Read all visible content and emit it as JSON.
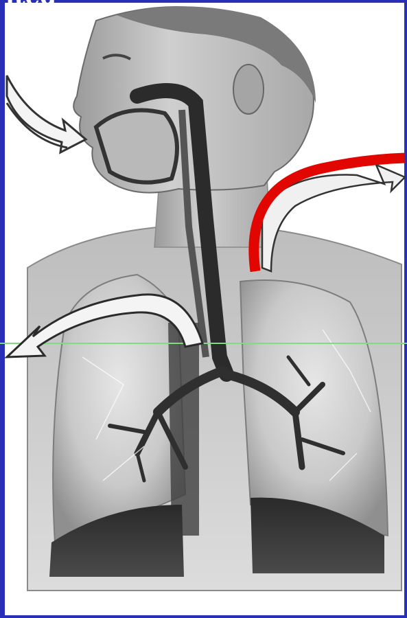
{
  "caption_fragment": "ited",
  "colors": {
    "slide_background": "#2a2fb8",
    "panel_background": "#ffffff",
    "exhaled_arrow": "#e10600",
    "inhaled_arrow": "#f4f4f4",
    "guide_line": "#7fdc7f"
  },
  "icons": [
    "inhaled-air-arrow",
    "exhaled-air-arrow",
    "lungs",
    "airway"
  ]
}
